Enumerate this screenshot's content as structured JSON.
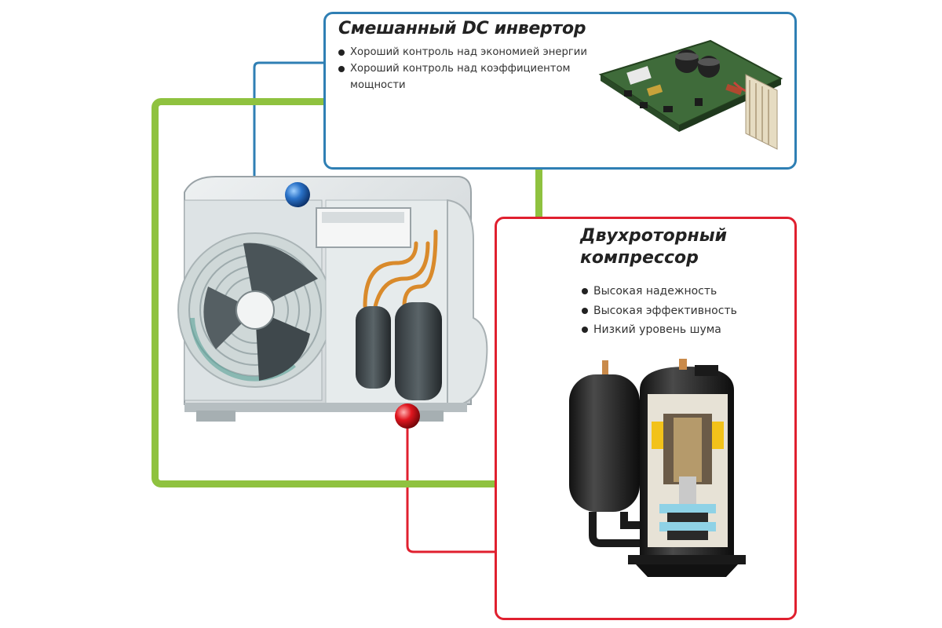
{
  "inverter": {
    "title": "Смешанный DC инвертор",
    "features": [
      "Хороший контроль над экономией энергии",
      "Хороший контроль над коэффициентом мощности"
    ],
    "border_color": "#2f7fb4",
    "marker_color": "#1f5fa8",
    "image": "inverter-circuit-board"
  },
  "compressor": {
    "title": "Двухроторный компрессор",
    "features": [
      "Высокая надежность",
      "Высокая эффективность",
      "Низкий уровень шума"
    ],
    "border_color": "#e0202f",
    "marker_color": "#d0101c",
    "image": "rotary-compressor-cutaway"
  },
  "unit": {
    "image": "outdoor-unit-cutaway",
    "frame_color": "#8fc23f"
  }
}
